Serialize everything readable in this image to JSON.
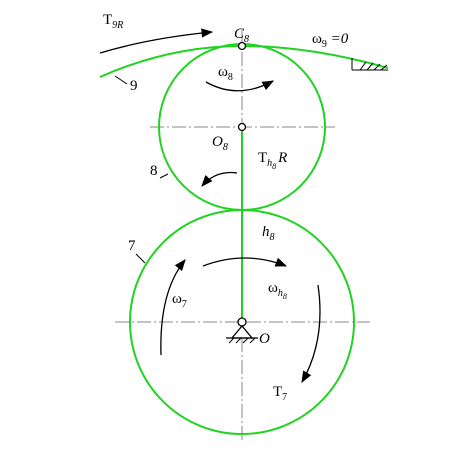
{
  "colors": {
    "gear_line": "#21d321",
    "ink": "#000000",
    "center_line": "#8a8a8a",
    "background": "#ffffff"
  },
  "labels": {
    "T9R_main": "T",
    "T9R_sub": "9R",
    "C8_main": "C",
    "C8_sub": "8",
    "omega9": "ω",
    "omega9_sub": "9",
    "omega9_value": " =0",
    "link9": "9",
    "omega8_main": "ω",
    "omega8_sub": "8",
    "O8_main": "O",
    "O8_sub": "8",
    "Th8R_main": "T",
    "Th8R_sub": "h",
    "Th8R_subsub": "8",
    "Th8R_R": "R",
    "gear8": "8",
    "gear7": "7",
    "h8_main": "h",
    "h8_sub": "8",
    "omega7_main": "ω",
    "omega7_sub": "7",
    "omegah8_main": "ω",
    "omegah8_sub": "h",
    "omegah8_subsub": "8",
    "O_main": "O",
    "T7_main": "T",
    "T7_sub": "7"
  }
}
